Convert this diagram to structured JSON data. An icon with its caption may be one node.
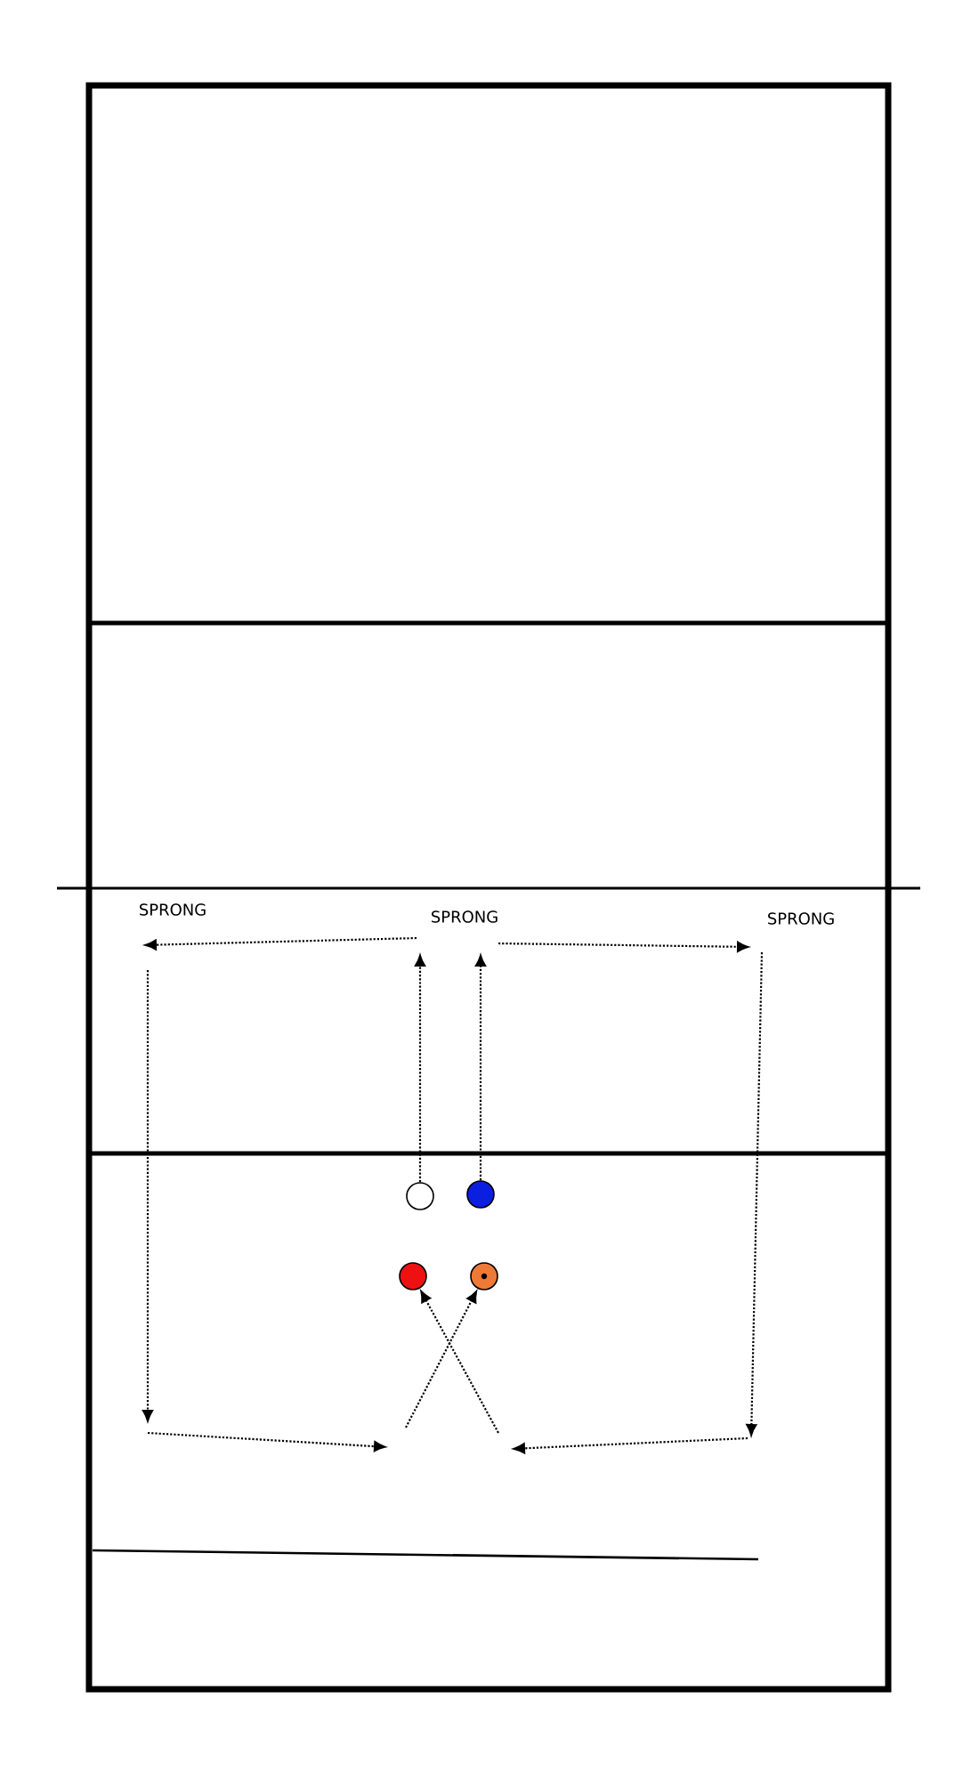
{
  "diagram": {
    "nodes": [
      {
        "text": [],
        "shape": "circle"
      },
      {
        "text": [],
        "shape": "circle"
      },
      {
        "text": [],
        "shape": "circle"
      },
      {
        "text": [],
        "shape": "circle"
      }
    ],
    "edges": [
      {
        "from": 0,
        "to": null,
        "arrow": "to"
      },
      {
        "from": 1,
        "to": null,
        "arrow": "to"
      },
      {
        "from": null,
        "to": 3,
        "arrow": "to"
      },
      {
        "from": null,
        "to": 2,
        "arrow": "to"
      }
    ],
    "labels": [
      "SPRONG",
      "SPRONG",
      "SPRONG"
    ]
  }
}
